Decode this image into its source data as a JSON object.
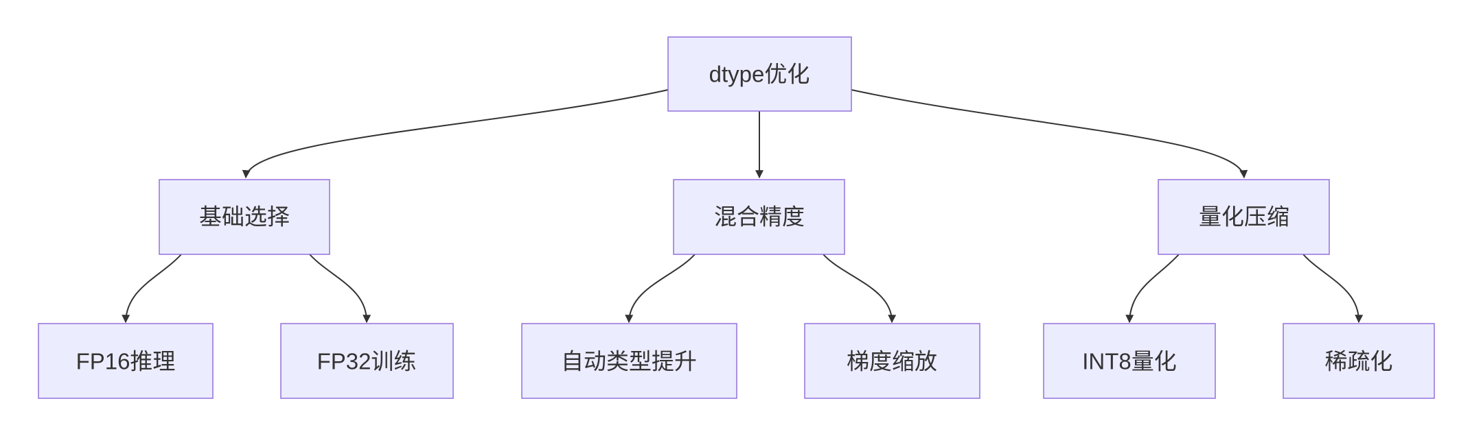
{
  "diagram": {
    "type": "flowchart",
    "direction": "top-down",
    "nodes": [
      {
        "id": "dtype-optimization",
        "label": "dtype优化",
        "level": 0
      },
      {
        "id": "basic-selection",
        "label": "基础选择",
        "level": 1
      },
      {
        "id": "mixed-precision",
        "label": "混合精度",
        "level": 1
      },
      {
        "id": "quantization-compression",
        "label": "量化压缩",
        "level": 1
      },
      {
        "id": "fp16-inference",
        "label": "FP16推理",
        "level": 2
      },
      {
        "id": "fp32-training",
        "label": "FP32训练",
        "level": 2
      },
      {
        "id": "auto-type-promotion",
        "label": "自动类型提升",
        "level": 2
      },
      {
        "id": "gradient-scaling",
        "label": "梯度缩放",
        "level": 2
      },
      {
        "id": "int8-quantization",
        "label": "INT8量化",
        "level": 2
      },
      {
        "id": "sparsification",
        "label": "稀疏化",
        "level": 2
      }
    ],
    "edges": [
      {
        "from": "dtype-optimization",
        "to": "basic-selection"
      },
      {
        "from": "dtype-optimization",
        "to": "mixed-precision"
      },
      {
        "from": "dtype-optimization",
        "to": "quantization-compression"
      },
      {
        "from": "basic-selection",
        "to": "fp16-inference"
      },
      {
        "from": "basic-selection",
        "to": "fp32-training"
      },
      {
        "from": "mixed-precision",
        "to": "auto-type-promotion"
      },
      {
        "from": "mixed-precision",
        "to": "gradient-scaling"
      },
      {
        "from": "quantization-compression",
        "to": "int8-quantization"
      },
      {
        "from": "quantization-compression",
        "to": "sparsification"
      }
    ],
    "colors": {
      "node_fill": "#ECECFF",
      "node_border": "#9370DB",
      "edge": "#333333",
      "text": "#333333",
      "background": "#FFFFFF"
    }
  }
}
